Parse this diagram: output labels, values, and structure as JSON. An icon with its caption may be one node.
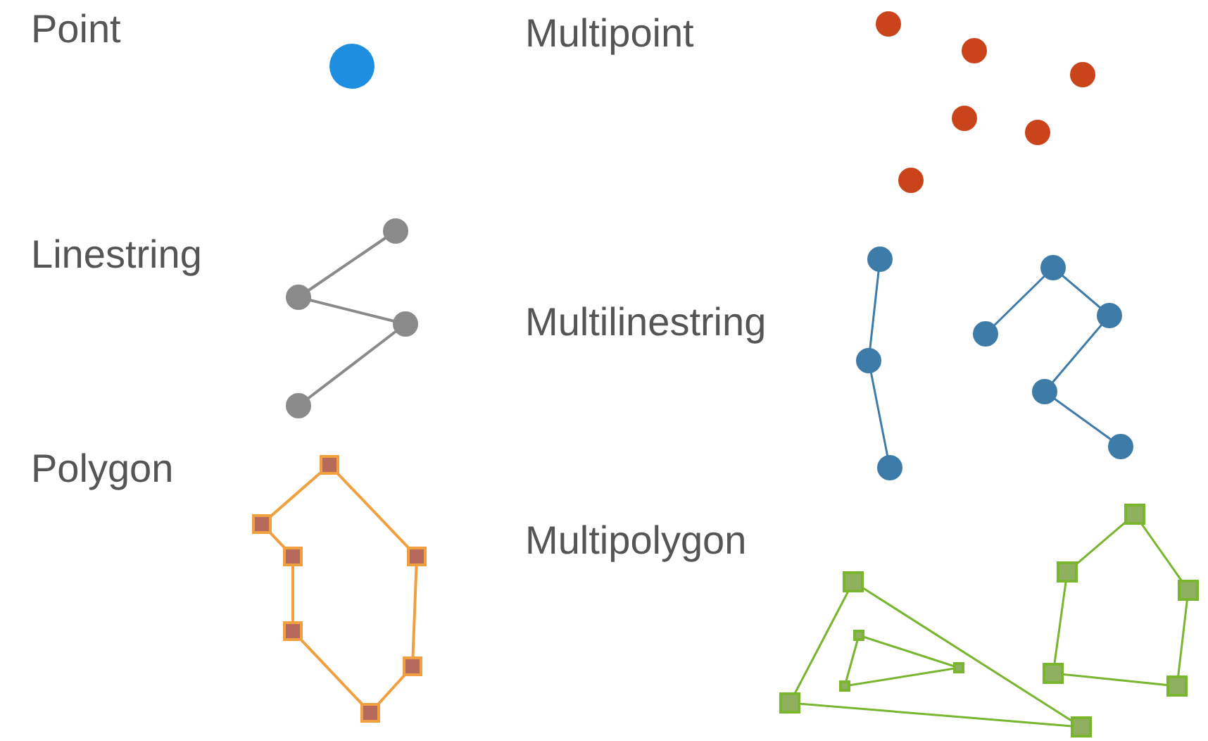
{
  "diagram": {
    "labels": [
      "Point",
      "Multipoint",
      "Linestring",
      "Multilinestring",
      "Polygon",
      "Multipolygon"
    ]
  }
}
